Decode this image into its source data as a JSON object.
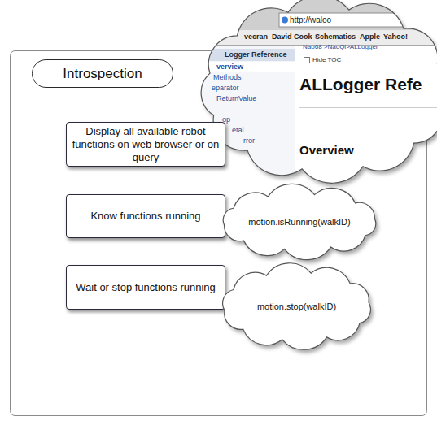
{
  "diagram": {
    "nodes": [
      {
        "text": [
          "Introspection"
        ]
      },
      {
        "text": [
          "Display all available robot functions on web browser or on query"
        ]
      },
      {
        "text": [
          "Know functions running"
        ]
      },
      {
        "text": [
          "motion.isRunning(walkID)"
        ]
      },
      {
        "text": [
          "Wait or stop functions running"
        ]
      },
      {
        "text": [
          "motion.stop(walkID)"
        ]
      }
    ],
    "labels": [
      "http://waloo",
      "vecran",
      "David Cook",
      "Schematics",
      "Apple",
      "Yahoo!",
      "Logger Reference",
      "verview",
      "Methods",
      "eparator",
      "ReturnValue",
      "op",
      "etal",
      "rror",
      "Nao68 >NaoQi>ALLogger",
      "Hide TOC",
      "ALLogger Refe",
      "Overview"
    ]
  }
}
